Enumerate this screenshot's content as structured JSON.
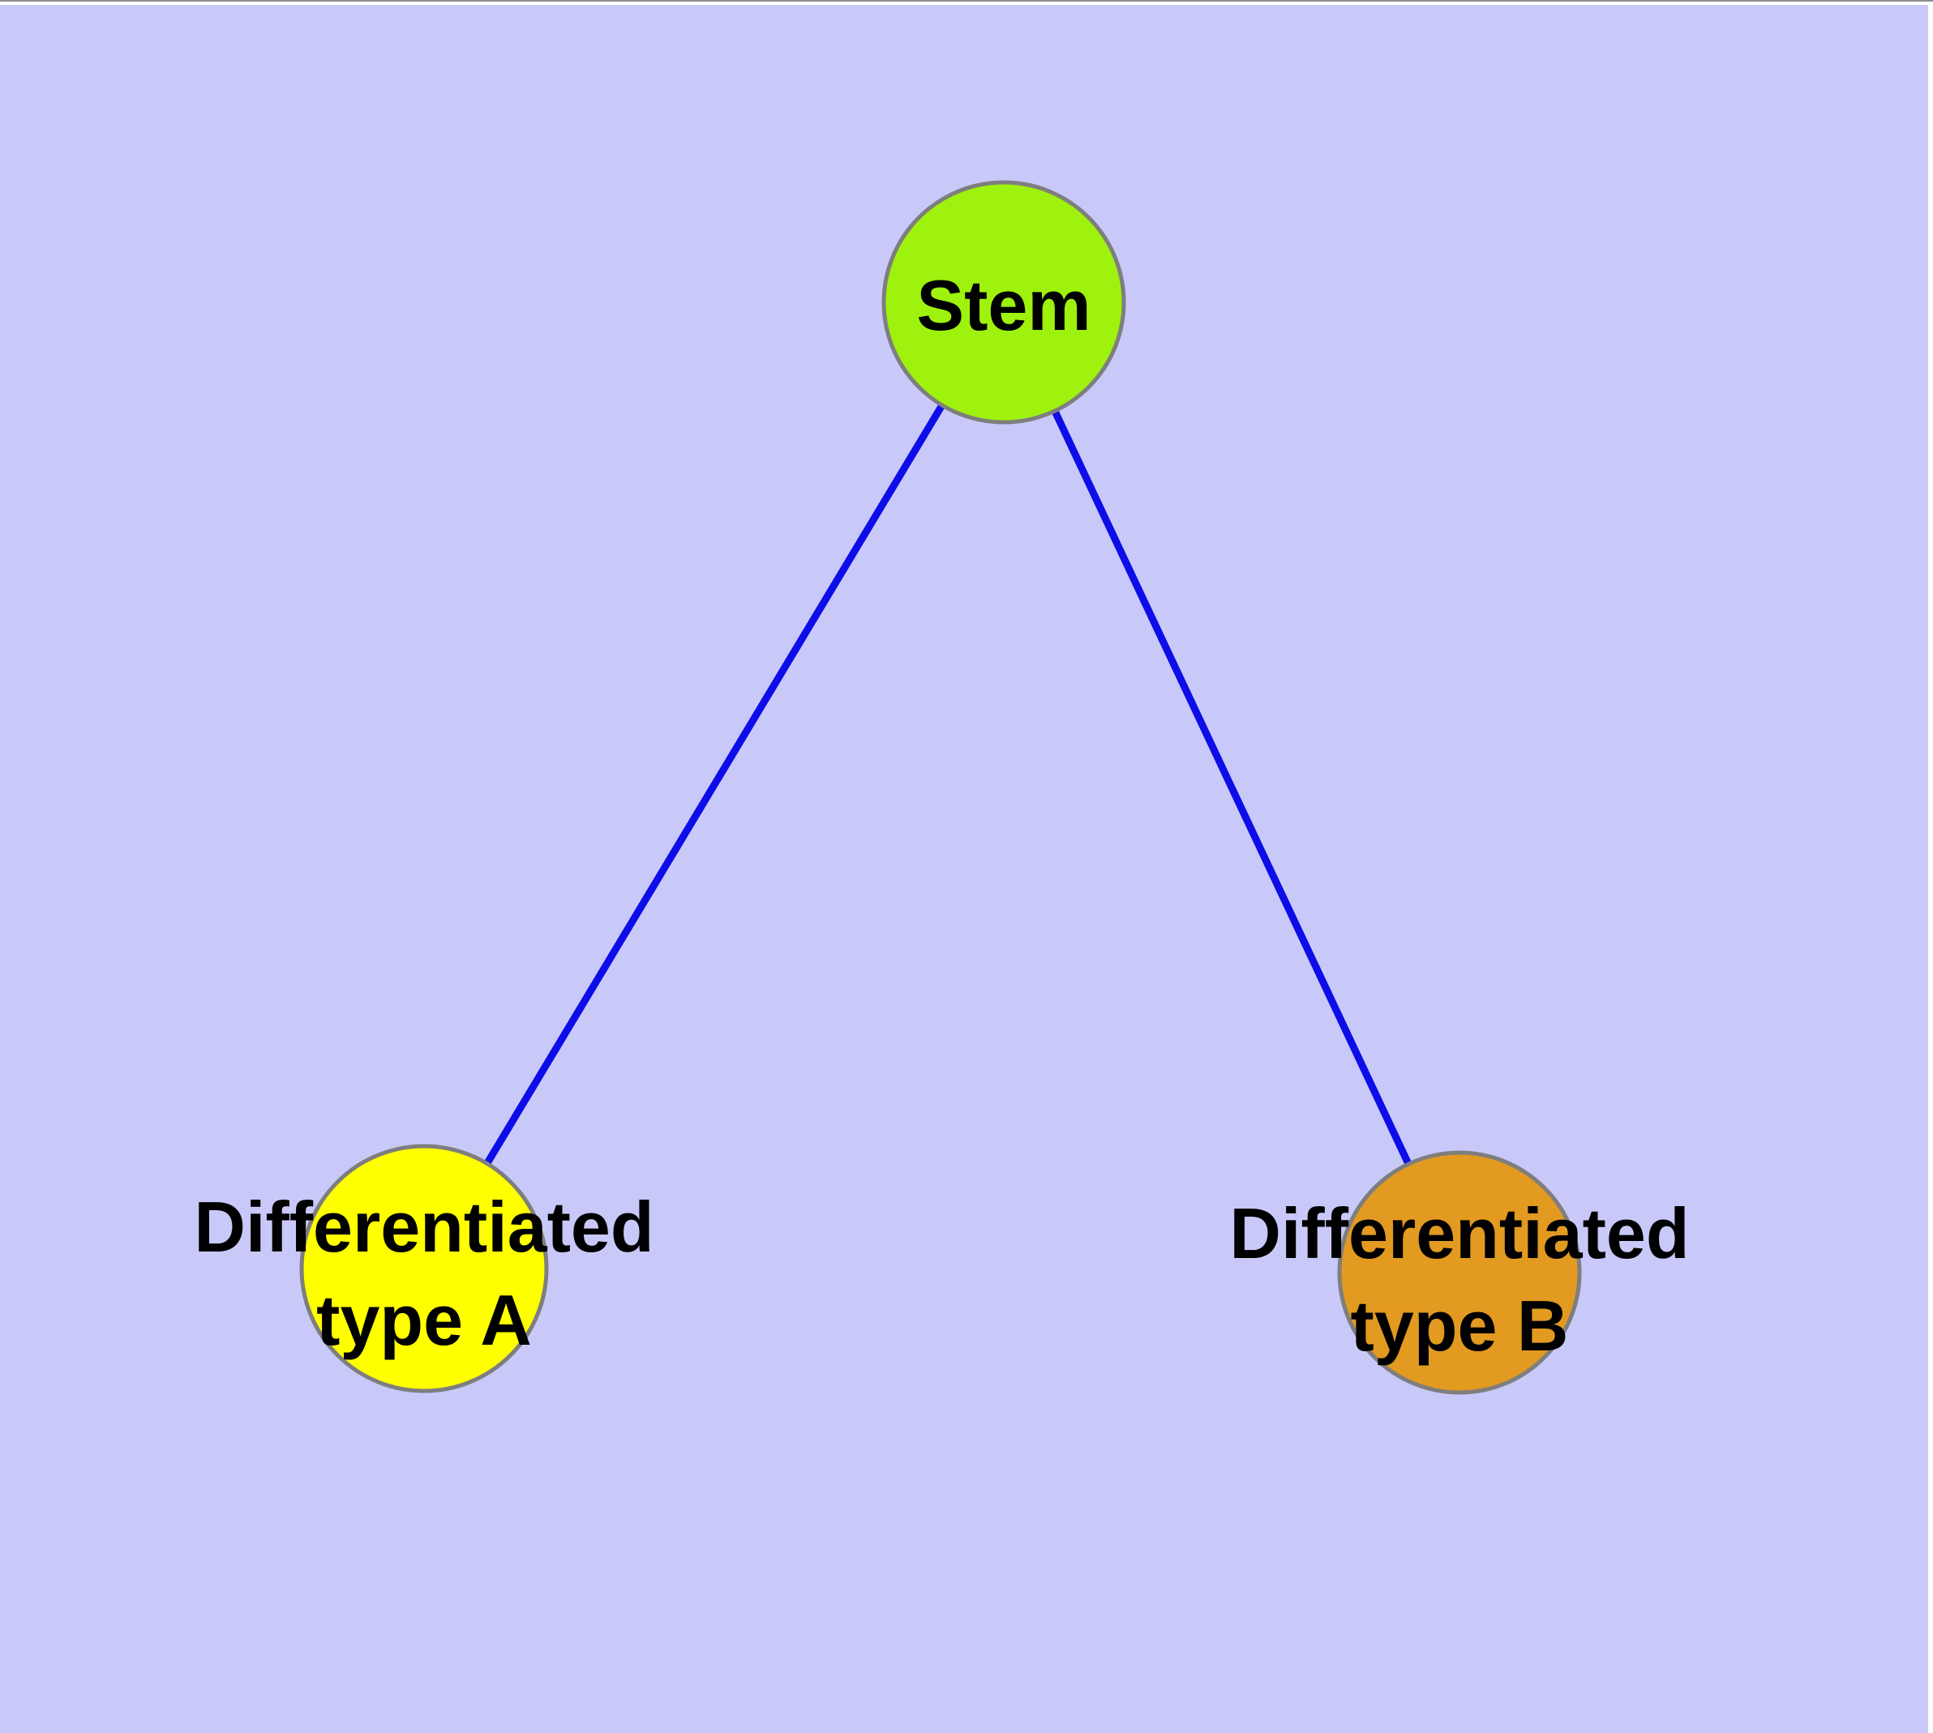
{
  "diagram": {
    "type": "graph",
    "background_color": "#C9C9F9",
    "edge_color": "#0D0DE8",
    "node_border_color": "#7E7E7E",
    "text_color": "#000000",
    "nodes": {
      "stem": {
        "label": "Stem",
        "fill_color": "#9EF20D"
      },
      "type_a": {
        "label_line1": "Differentiated",
        "label_line2": "type A",
        "fill_color": "#FFFF00"
      },
      "type_b": {
        "label_line1": "Differentiated",
        "label_line2": "type B",
        "fill_color": "#E29A20"
      }
    },
    "edges": [
      {
        "from": "Stem",
        "to": "Differentiated type A"
      },
      {
        "from": "Stem",
        "to": "Differentiated type B"
      }
    ]
  },
  "window_chrome": {
    "top_border_color": "#8F8F8F",
    "edge_strip_color": "#FFFFFF"
  }
}
